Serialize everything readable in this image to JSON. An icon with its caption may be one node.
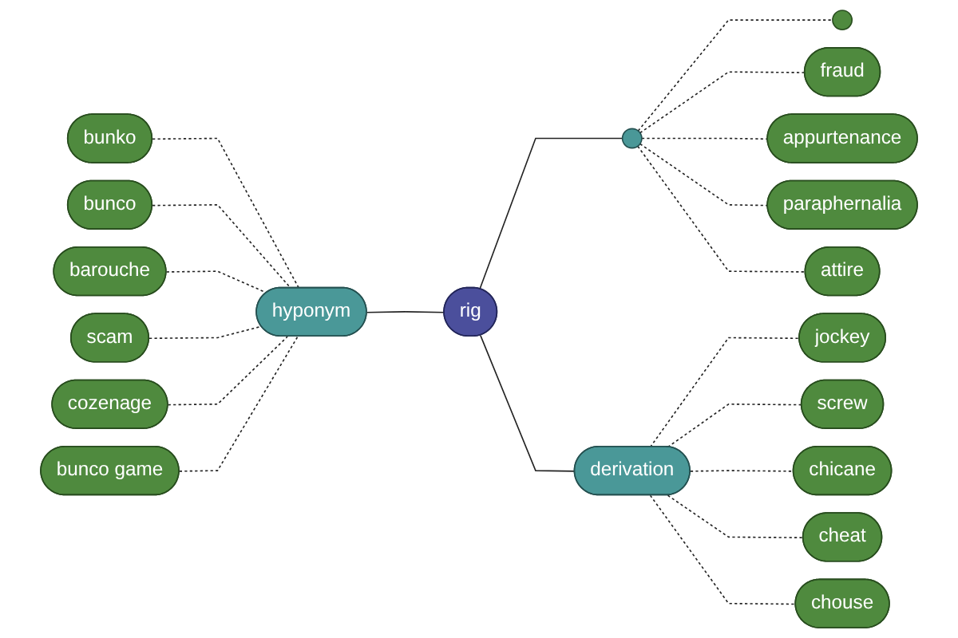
{
  "diagram": {
    "nodes": [
      {
        "text": [],
        "shape": "circle"
      },
      {
        "text": [],
        "shape": "circle"
      },
      {
        "text": [
          "fraud"
        ]
      },
      {
        "text": [
          "appurtenance"
        ]
      },
      {
        "text": [
          "paraphernalia"
        ]
      },
      {
        "text": [
          "attire"
        ]
      },
      {
        "text": [
          "rig"
        ]
      },
      {
        "text": [
          "hyponym"
        ]
      },
      {
        "text": [
          "bunko"
        ]
      },
      {
        "text": [
          "bunco"
        ]
      },
      {
        "text": [
          "barouche"
        ]
      },
      {
        "text": [
          "scam"
        ]
      },
      {
        "text": [
          "cozenage"
        ]
      },
      {
        "text": [
          "bunco game"
        ]
      },
      {
        "text": [
          "derivation"
        ]
      },
      {
        "text": [
          "jockey"
        ]
      },
      {
        "text": [
          "screw"
        ]
      },
      {
        "text": [
          "chicane"
        ]
      },
      {
        "text": [
          "cheat"
        ]
      },
      {
        "text": [
          "chouse"
        ]
      }
    ],
    "edges": [
      {
        "from": 6,
        "to": 0,
        "arrow": "none"
      },
      {
        "from": 0,
        "to": 1,
        "arrow": "none",
        "style": "dashed"
      },
      {
        "from": 0,
        "to": 2,
        "arrow": "none",
        "style": "dashed"
      },
      {
        "from": 0,
        "to": 3,
        "arrow": "none",
        "style": "dashed"
      },
      {
        "from": 0,
        "to": 4,
        "arrow": "none",
        "style": "dashed"
      },
      {
        "from": 0,
        "to": 5,
        "arrow": "none",
        "style": "dashed"
      },
      {
        "from": 7,
        "to": 6,
        "arrow": "none"
      },
      {
        "from": 6,
        "to": 14,
        "arrow": "none"
      },
      {
        "from": 8,
        "to": 7,
        "arrow": "none",
        "style": "dashed"
      },
      {
        "from": 9,
        "to": 7,
        "arrow": "none",
        "style": "dashed"
      },
      {
        "from": 10,
        "to": 7,
        "arrow": "none",
        "style": "dashed"
      },
      {
        "from": 11,
        "to": 7,
        "arrow": "none",
        "style": "dashed"
      },
      {
        "from": 12,
        "to": 7,
        "arrow": "none",
        "style": "dashed"
      },
      {
        "from": 13,
        "to": 7,
        "arrow": "none",
        "style": "dashed"
      },
      {
        "from": 14,
        "to": 15,
        "arrow": "none",
        "style": "dashed"
      },
      {
        "from": 14,
        "to": 16,
        "arrow": "none",
        "style": "dashed"
      },
      {
        "from": 14,
        "to": 17,
        "arrow": "none",
        "style": "dashed"
      },
      {
        "from": 14,
        "to": 18,
        "arrow": "none",
        "style": "dashed"
      },
      {
        "from": 14,
        "to": 19,
        "arrow": "none",
        "style": "dashed"
      }
    ]
  }
}
